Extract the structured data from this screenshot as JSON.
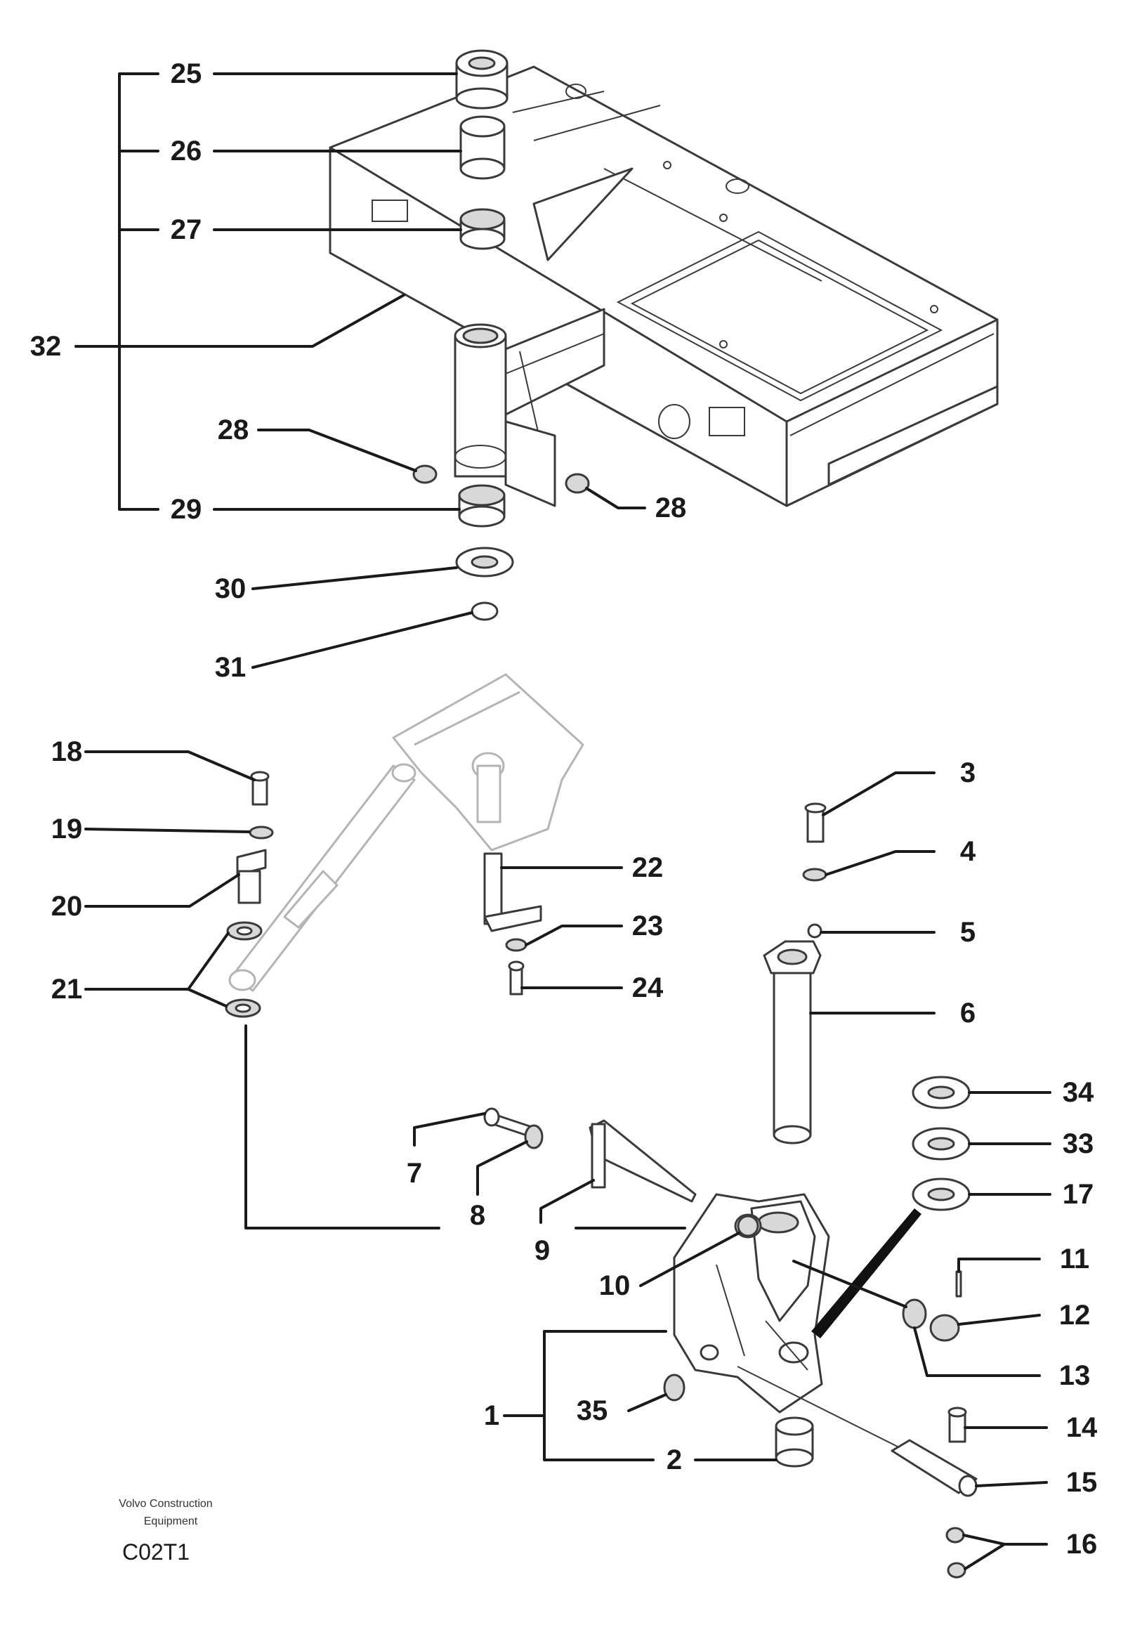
{
  "credit": {
    "line1": "Volvo Construction",
    "line2": "Equipment"
  },
  "figure_code": "C02T1",
  "labels": {
    "p1": "1",
    "p2": "2",
    "p3": "3",
    "p4": "4",
    "p5": "5",
    "p6": "6",
    "p7": "7",
    "p8": "8",
    "p9": "9",
    "p10": "10",
    "p11": "11",
    "p12": "12",
    "p13": "13",
    "p14": "14",
    "p15": "15",
    "p16": "16",
    "p17": "17",
    "p18": "18",
    "p19": "19",
    "p20": "20",
    "p21": "21",
    "p22": "22",
    "p23": "23",
    "p24": "24",
    "p25": "25",
    "p26": "26",
    "p27": "27",
    "p28a": "28",
    "p28b": "28",
    "p29": "29",
    "p30": "30",
    "p31": "31",
    "p32": "32",
    "p33": "33",
    "p34": "34",
    "p35": "35"
  }
}
